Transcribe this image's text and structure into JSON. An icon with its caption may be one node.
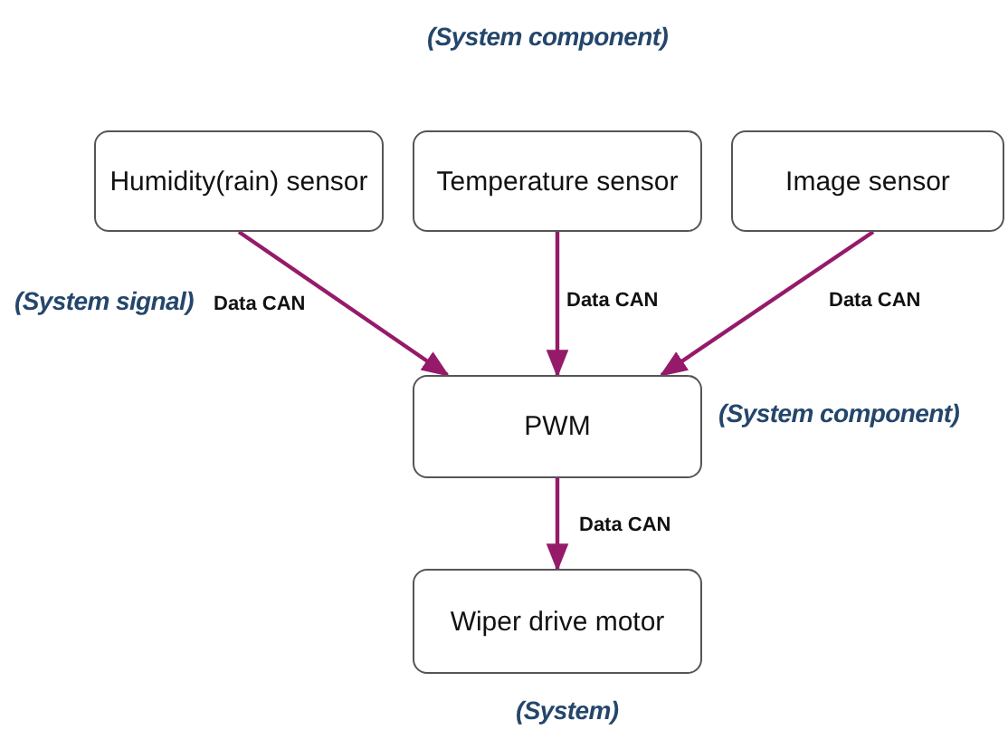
{
  "diagram": {
    "nodes": [
      {
        "text": [
          "Humidity(rain) sensor"
        ]
      },
      {
        "text": [
          "Temperature sensor"
        ]
      },
      {
        "text": [
          "Image sensor"
        ]
      },
      {
        "text": [
          "PWM"
        ],
        "beside": [
          "(System component)"
        ]
      },
      {
        "text": [
          "Wiper drive motor"
        ],
        "beside": [
          "(System)"
        ]
      }
    ],
    "edges": [
      {
        "from": 0,
        "to": 3,
        "arrow": "to",
        "label": "Data CAN"
      },
      {
        "from": 1,
        "to": 3,
        "arrow": "to",
        "label": "Data CAN"
      },
      {
        "from": 2,
        "to": 3,
        "arrow": "to",
        "label": "Data CAN"
      },
      {
        "from": 3,
        "to": 4,
        "arrow": "to",
        "label": "Data CAN"
      }
    ],
    "labels": [
      "(System component)",
      "(System signal)"
    ]
  }
}
